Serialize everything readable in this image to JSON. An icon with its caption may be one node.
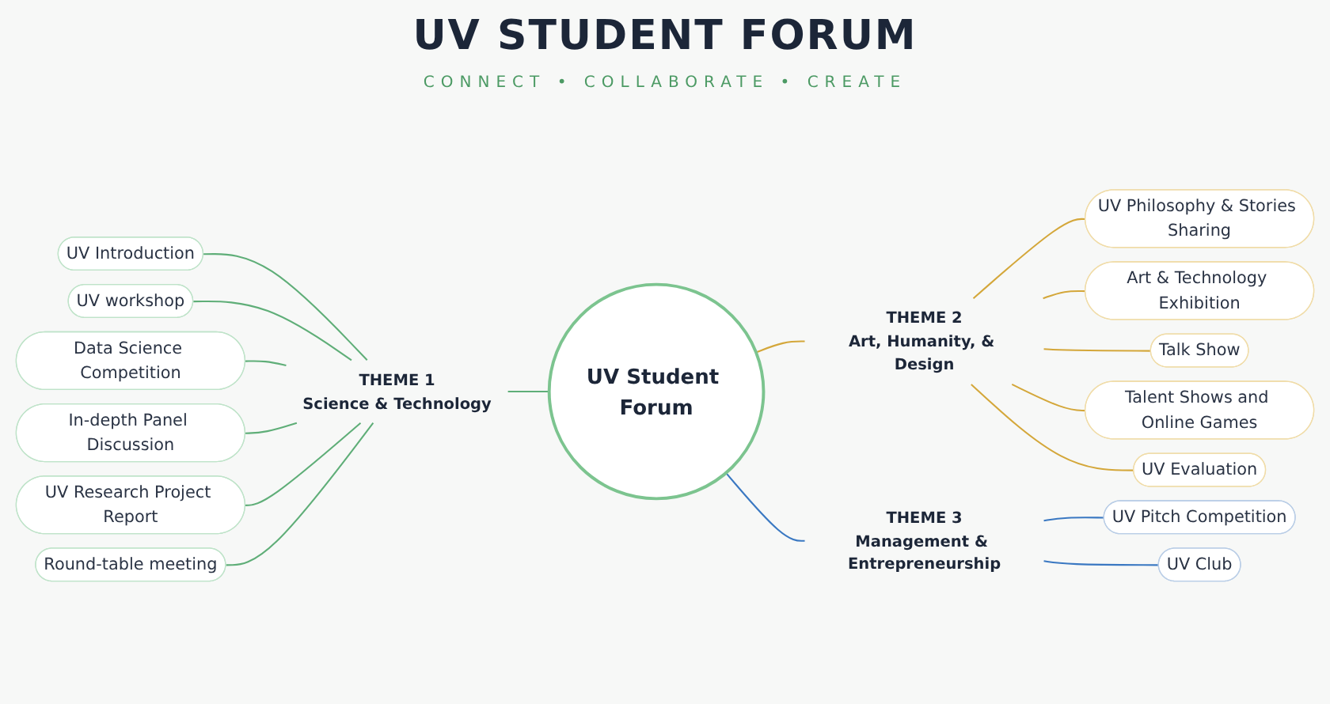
{
  "diagram": {
    "title": "UV STUDENT FORUM",
    "nodes": [
      {
        "text": [
          "UV Student Forum"
        ]
      },
      {
        "text": [
          "THEME 1",
          "Science & Technology"
        ]
      },
      {
        "text": [
          "UV Introduction"
        ]
      },
      {
        "text": [
          "UV workshop"
        ]
      },
      {
        "text": [
          "Data Science Competition"
        ]
      },
      {
        "text": [
          "In-depth Panel Discussion"
        ]
      },
      {
        "text": [
          "UV Research Project Report"
        ]
      },
      {
        "text": [
          "Round-table meeting"
        ]
      },
      {
        "text": [
          "THEME 2",
          "Art, Humanity, & Design"
        ]
      },
      {
        "text": [
          "UV Philosophy & Stories Sharing"
        ]
      },
      {
        "text": [
          "Art & Technology Exhibition"
        ]
      },
      {
        "text": [
          "Talk Show"
        ]
      },
      {
        "text": [
          "Talent Shows and Online Games"
        ]
      },
      {
        "text": [
          "UV Evaluation"
        ]
      },
      {
        "text": [
          "THEME 3",
          "Management & Entrepreneurship"
        ]
      },
      {
        "text": [
          "UV Pitch Competition"
        ]
      },
      {
        "text": [
          "UV Club"
        ]
      }
    ],
    "edges": [
      {
        "from": 1,
        "to": 0,
        "arrow": "none"
      },
      {
        "from": 2,
        "to": 1,
        "arrow": "none"
      },
      {
        "from": 3,
        "to": 1,
        "arrow": "none"
      },
      {
        "from": 4,
        "to": 1,
        "arrow": "none"
      },
      {
        "from": 5,
        "to": 1,
        "arrow": "none"
      },
      {
        "from": 6,
        "to": 1,
        "arrow": "none"
      },
      {
        "from": 7,
        "to": 1,
        "arrow": "none"
      },
      {
        "from": 0,
        "to": 8,
        "arrow": "none",
        "color": "#d4a73a"
      },
      {
        "from": 8,
        "to": 9,
        "arrow": "none",
        "color": "#d4a73a"
      },
      {
        "from": 8,
        "to": 10,
        "arrow": "none",
        "color": "#d4a73a"
      },
      {
        "from": 8,
        "to": 11,
        "arrow": "none",
        "color": "#d4a73a"
      },
      {
        "from": 8,
        "to": 12,
        "arrow": "none",
        "color": "#d4a73a"
      },
      {
        "from": 8,
        "to": 13,
        "arrow": "none",
        "color": "#d4a73a"
      },
      {
        "from": 0,
        "to": 14,
        "arrow": "none",
        "color": "#3a78c2"
      },
      {
        "from": 14,
        "to": 15,
        "arrow": "none",
        "color": "#3a78c2"
      },
      {
        "from": 14,
        "to": 16,
        "arrow": "none",
        "color": "#3a78c2"
      }
    ],
    "labels": [
      "CONNECT • COLLABORATE • CREATE"
    ]
  }
}
